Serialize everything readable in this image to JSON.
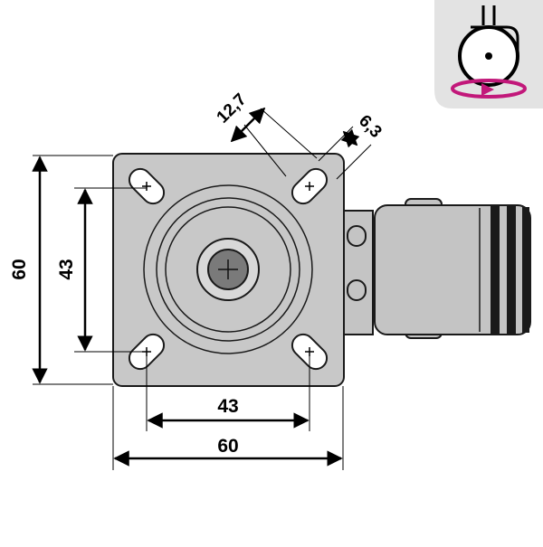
{
  "dimensions": {
    "overall_height": "60",
    "hole_spacing_vertical": "43",
    "hole_spacing_horizontal": "43",
    "overall_width": "60",
    "slot_length": "12,7",
    "slot_width": "6,3"
  },
  "icon": {
    "name": "swivel-rotation-icon",
    "arrow_color": "#c2187a",
    "panel_color": "#e3e3e3"
  },
  "colors": {
    "plate": "#c8c8c8",
    "plate_stroke": "#1a1a1a",
    "wheel_body": "#c4c4c4",
    "slot_fill": "#ffffff",
    "hub": "#7a7a7a",
    "dimension_line": "#000000"
  }
}
